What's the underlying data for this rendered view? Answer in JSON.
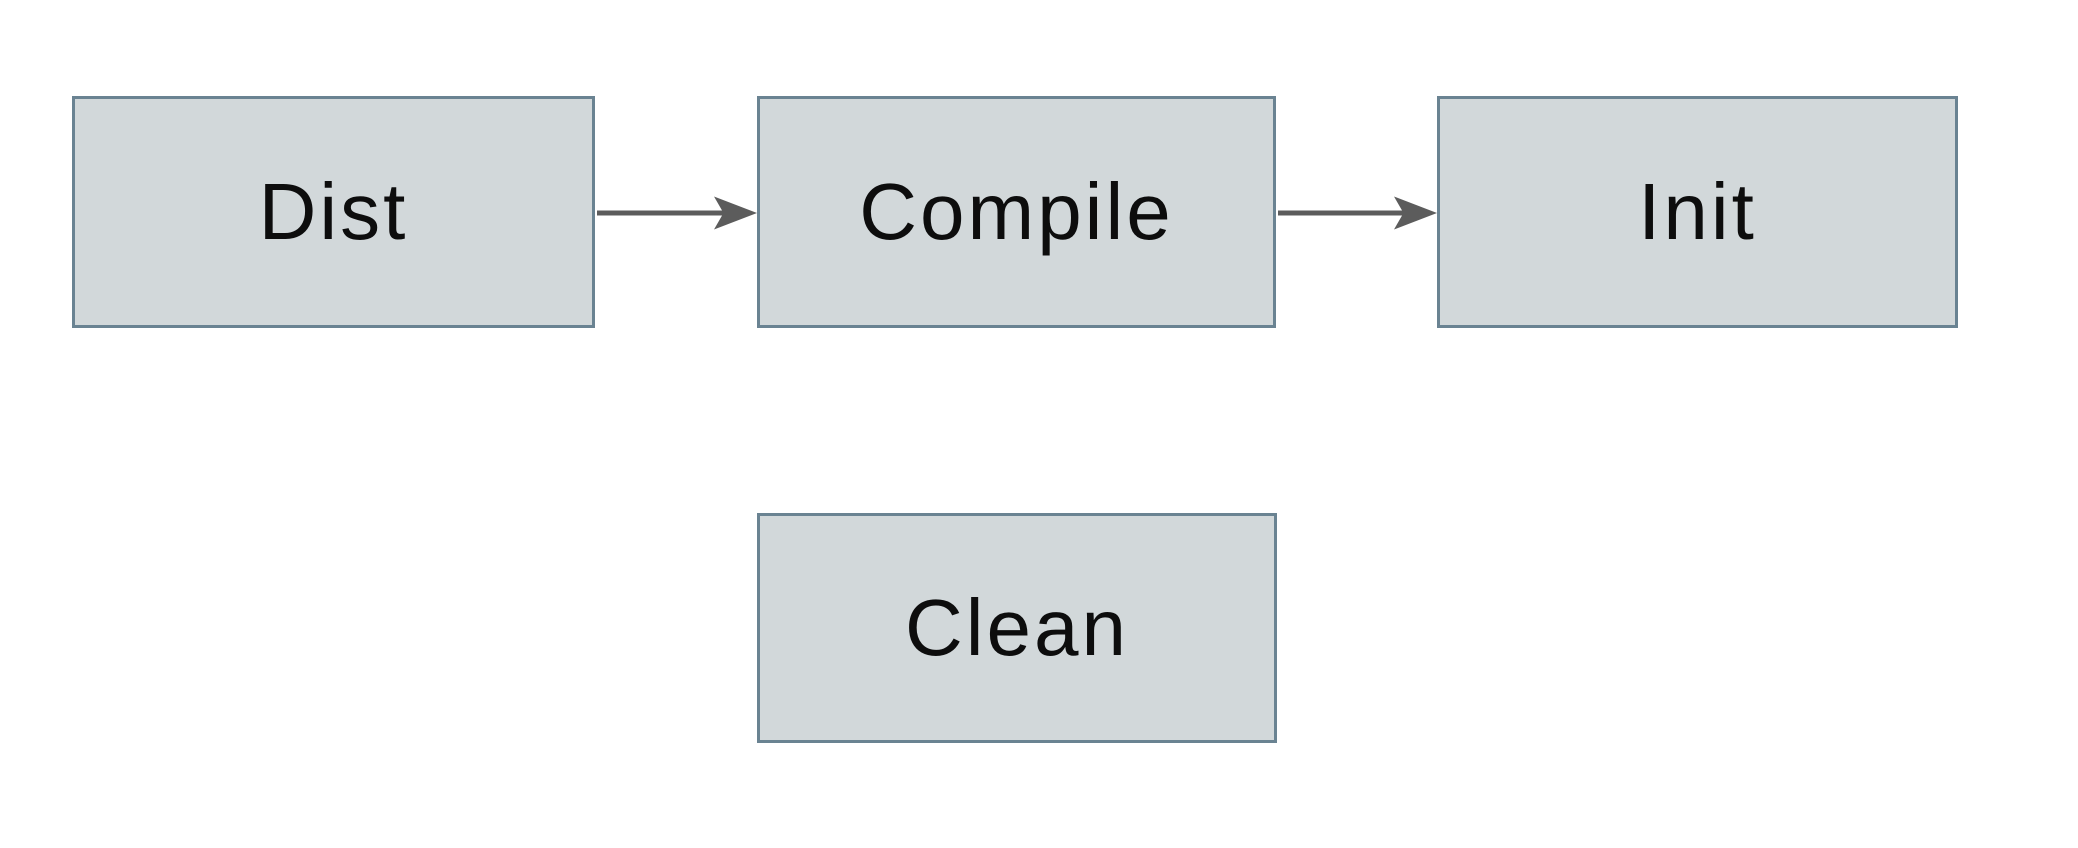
{
  "diagram": {
    "nodes": [
      {
        "id": "dist",
        "label": "Dist"
      },
      {
        "id": "compile",
        "label": "Compile"
      },
      {
        "id": "init",
        "label": "Init"
      },
      {
        "id": "clean",
        "label": "Clean"
      }
    ],
    "edges": [
      {
        "from": "Dist",
        "to": "Compile",
        "direction": "right"
      },
      {
        "from": "Compile",
        "to": "Init",
        "direction": "right"
      }
    ],
    "colors": {
      "background": "#ffffff",
      "node_fill": "#d2d8da",
      "node_border": "#6a8392",
      "arrow": "#5c5c5c",
      "text": "#0d0d0d"
    }
  }
}
